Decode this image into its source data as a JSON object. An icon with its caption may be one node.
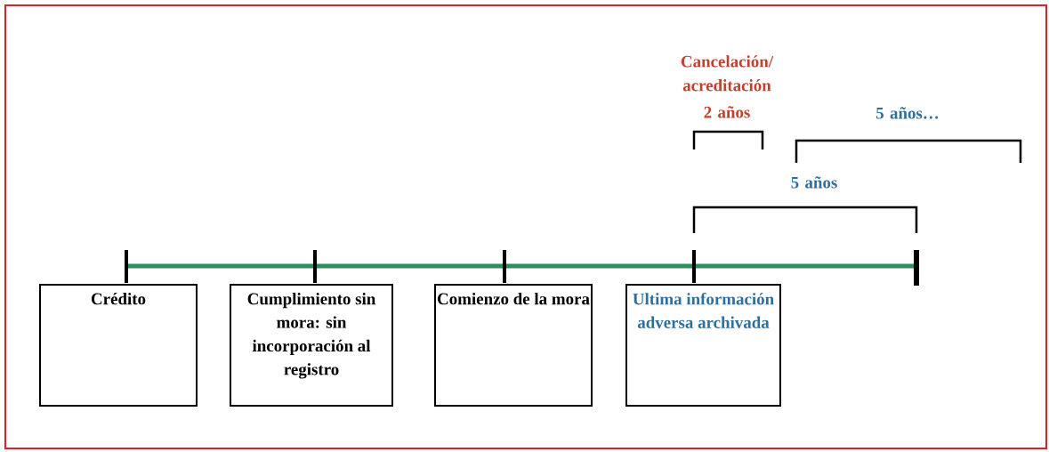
{
  "diagram": {
    "nodes": [
      {
        "text": [
          "Crédito"
        ]
      },
      {
        "text": [
          "Cumplimiento sin mora: sin incorporación al registro"
        ]
      },
      {
        "text": [
          "Comienzo de la mora"
        ]
      },
      {
        "text": [
          "Ultima información adversa archivada"
        ]
      }
    ],
    "labels": [
      "Cancelación/ acreditación",
      "2 años",
      "5 años…",
      "5 años"
    ]
  }
}
